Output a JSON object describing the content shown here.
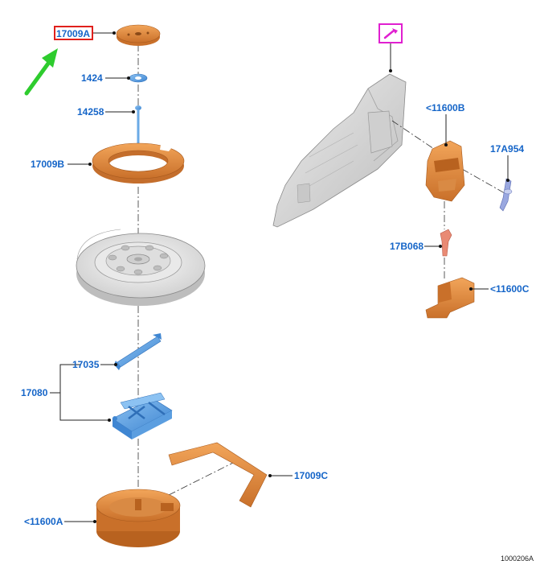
{
  "labels": {
    "c17009a": "17009A",
    "c1424": "1424",
    "c14258": "14258",
    "c17009b": "17009B",
    "c17035": "17035",
    "c17080": "17080",
    "c17009c": "17009C",
    "c11600a": "<11600A",
    "c11600b": "<11600B",
    "c17a954": "17A954",
    "c17b068": "17B068",
    "c11600c": "<11600C",
    "drawing_id": "1000206A"
  },
  "colors": {
    "part_orange": "#e28a3c",
    "part_blue": "#5b9ee0",
    "label_blue": "#1565c8",
    "highlight_red": "#e0201c",
    "callout_magenta": "#e020d0",
    "arrow_green": "#2ecc2e",
    "tire_gray": "#e4e4e4",
    "trim_gray": "#d6d6d6"
  },
  "icons": {
    "callout": "wrench-callout-icon",
    "pointer": "green-arrow-icon"
  }
}
